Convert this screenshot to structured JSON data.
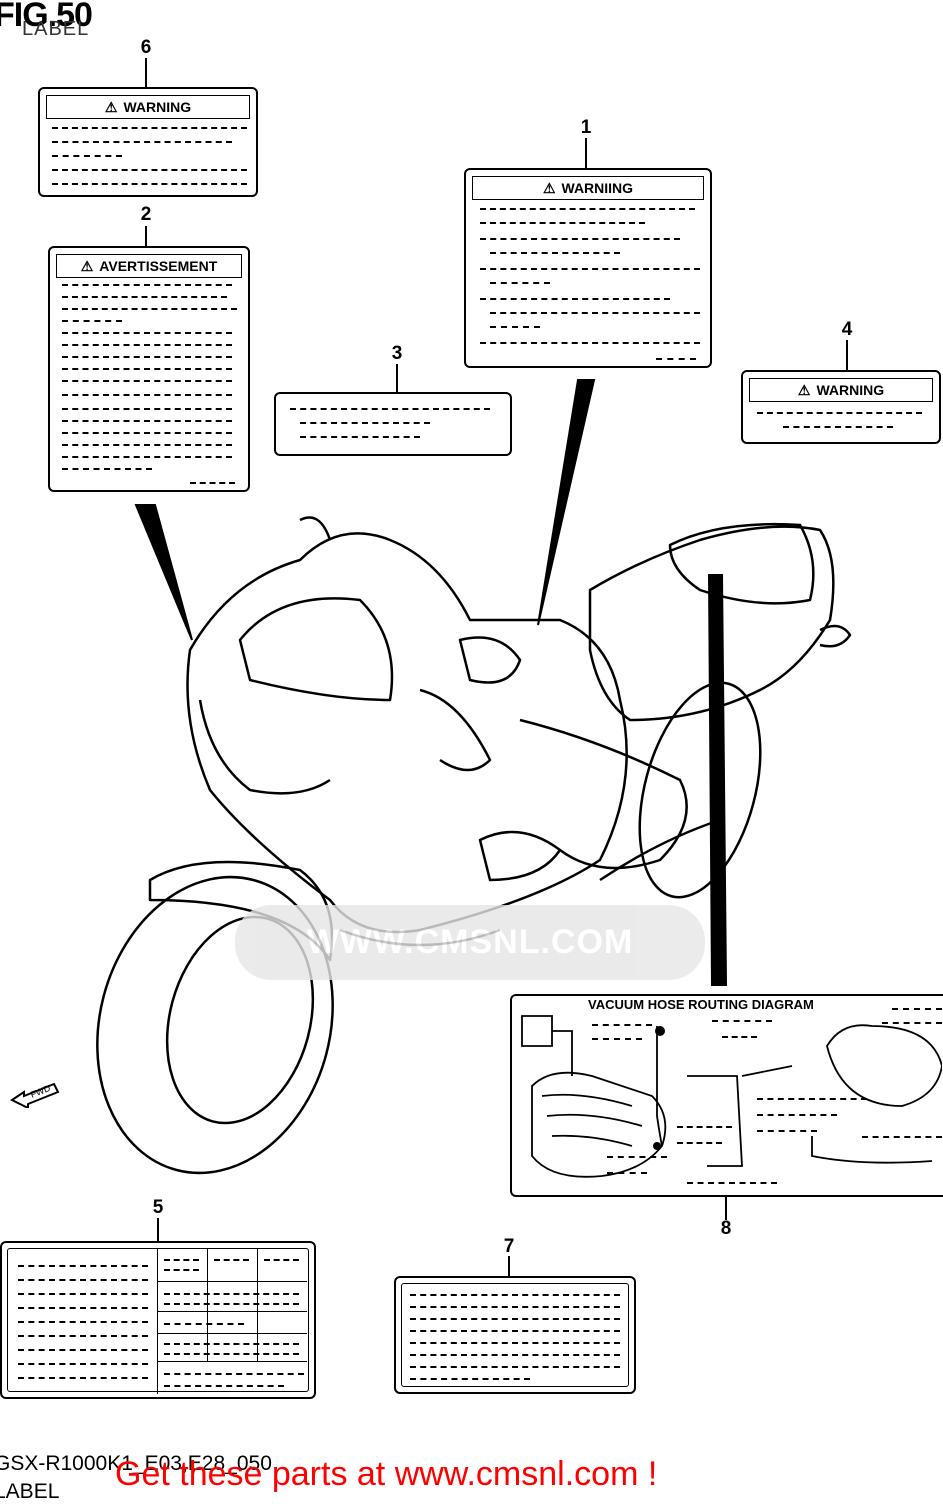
{
  "figure": {
    "title": "FIG.50",
    "subtitle": "LABEL"
  },
  "callouts": [
    "1",
    "2",
    "3",
    "4",
    "5",
    "6",
    "7",
    "8"
  ],
  "labels": {
    "label1_header": "WARNIING",
    "label2_header": "AVERTISSEMENT",
    "label4_header": "WARNING",
    "label6_header": "WARNING",
    "label8_title": "VACUUM HOSE ROUTING DIAGRAM"
  },
  "watermark": "WWW.CMSNL.COM",
  "fwd_text": "FWD",
  "footer": {
    "code": "GSX-R1000K1_E03,E28_050",
    "label": "LABEL",
    "cta": "Get these parts at www.cmsnl.com !"
  },
  "colors": {
    "cta": "#ff0000",
    "lines": "#000000",
    "watermark": "#e6e6e6"
  }
}
